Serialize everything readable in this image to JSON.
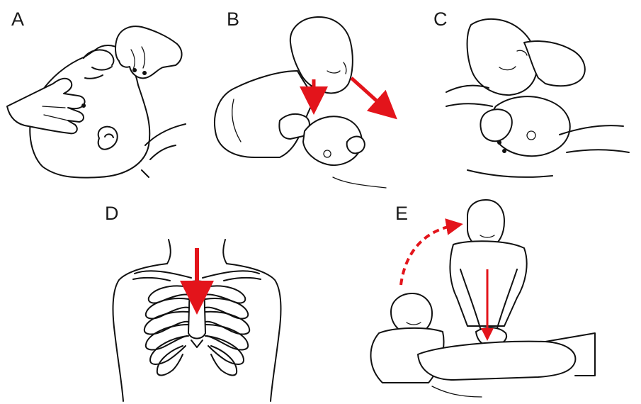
{
  "panels": [
    {
      "id": "A",
      "label": "A",
      "figure": "head-tilt-chin-lift"
    },
    {
      "id": "B",
      "label": "B",
      "figure": "look-listen-feel-breathing"
    },
    {
      "id": "C",
      "label": "C",
      "figure": "rescue-breath"
    },
    {
      "id": "D",
      "label": "D",
      "figure": "ribcage-compression-point"
    },
    {
      "id": "E",
      "label": "E",
      "figure": "chest-compressions-position"
    }
  ],
  "colors": {
    "ink": "#111111",
    "arrow": "#e3141b",
    "label": "#1a1a1a",
    "background": "#ffffff"
  }
}
